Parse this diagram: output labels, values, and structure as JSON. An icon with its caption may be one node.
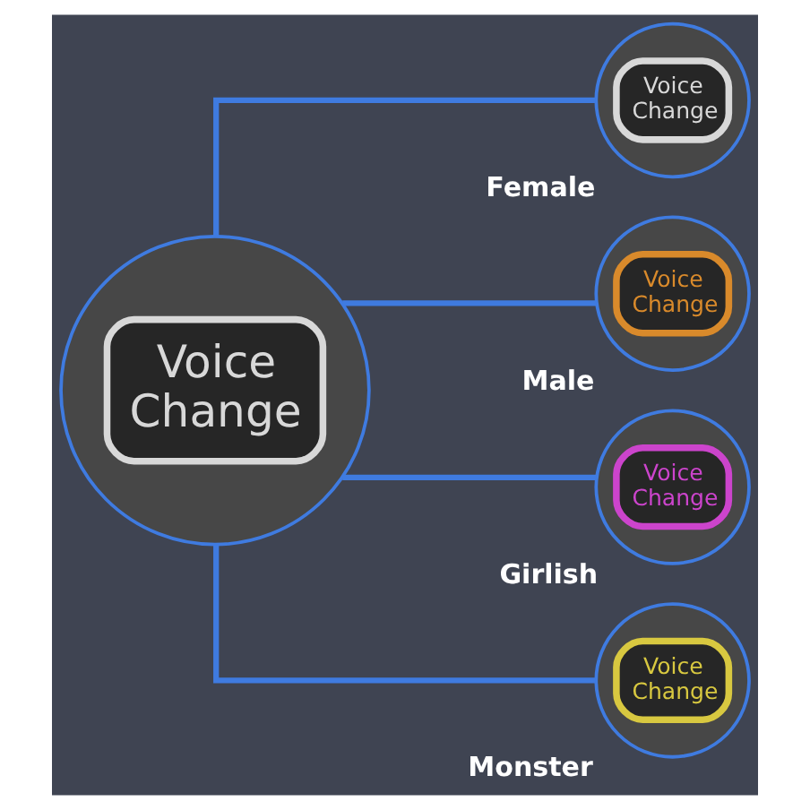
{
  "diagram": {
    "nodes": [
      {
        "text": [
          "Voice Change"
        ]
      },
      {
        "text": [
          "Voice Change"
        ],
        "beside": [
          "Female"
        ]
      },
      {
        "text": [
          "Voice Change"
        ],
        "beside": [
          "Male"
        ]
      },
      {
        "text": [
          "Voice Change"
        ],
        "beside": [
          "Girlish"
        ]
      },
      {
        "text": [
          "Voice Change"
        ],
        "beside": [
          "Monster"
        ]
      }
    ],
    "edges": [
      {
        "from": 0,
        "to": 1,
        "arrow": "none"
      },
      {
        "from": 0,
        "to": 2,
        "arrow": "none"
      },
      {
        "from": 0,
        "to": 3,
        "arrow": "none"
      },
      {
        "from": 0,
        "to": 4,
        "arrow": "none"
      }
    ]
  }
}
